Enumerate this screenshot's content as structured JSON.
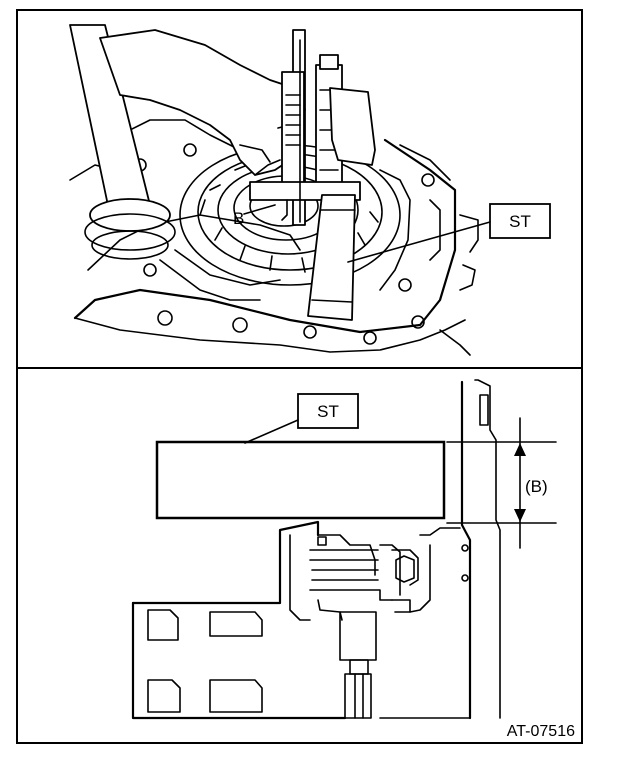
{
  "top_panel": {
    "label_st": "ST",
    "label_b": "B"
  },
  "bottom_panel": {
    "label_st": "ST",
    "label_dimension": "(B)"
  },
  "figure_code": "AT-07516"
}
